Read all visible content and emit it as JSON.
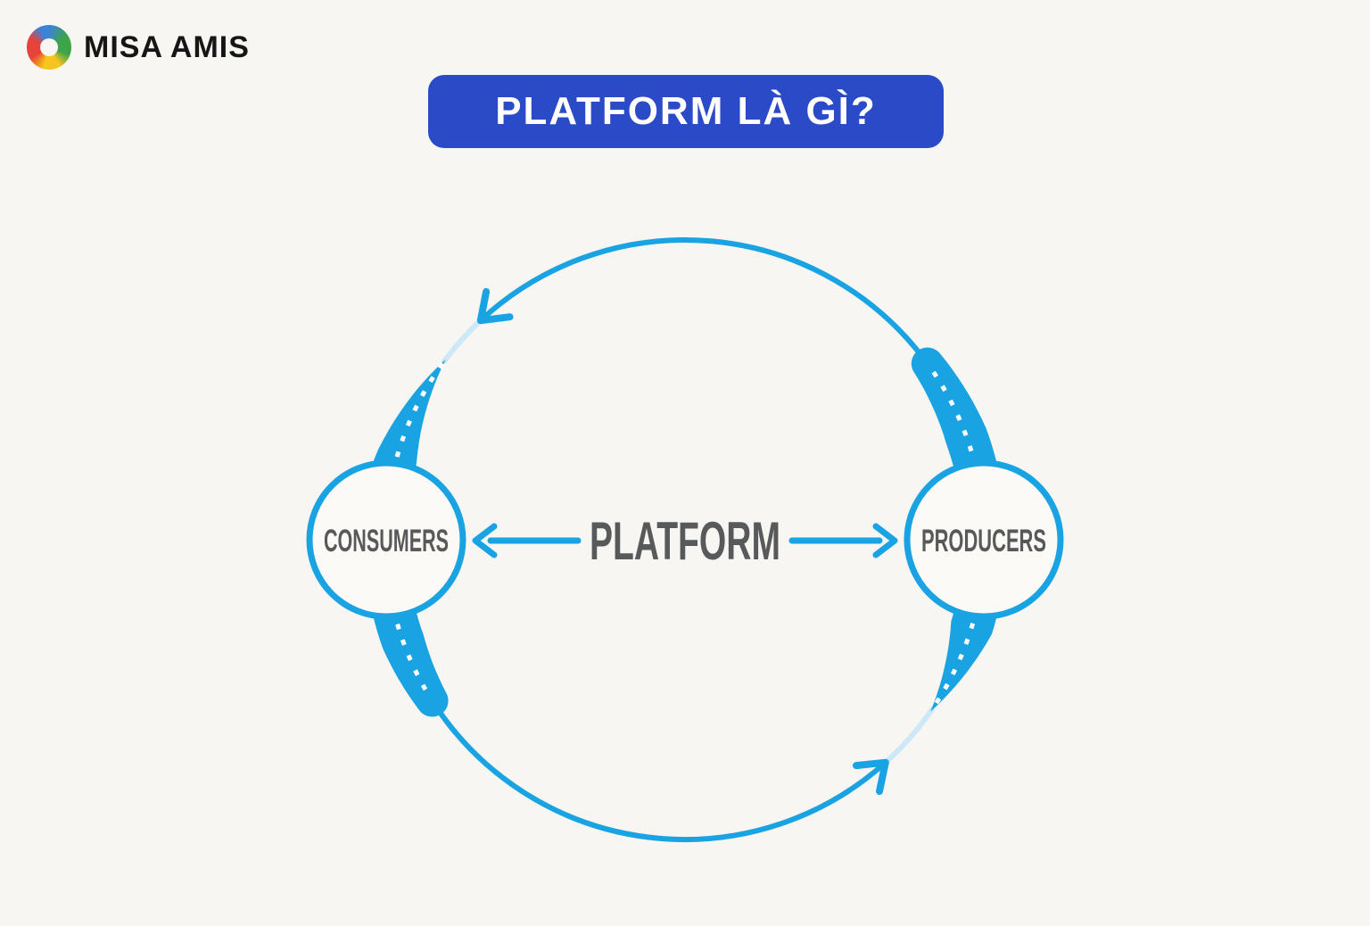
{
  "colors": {
    "background": "#F7F6F3",
    "diagram_blue": "#1AA3E2",
    "light_blue": "#CDE8F7",
    "dash_white": "#FFFFFF",
    "title_bg": "#2B4AC8",
    "title_text": "#FFFFFF",
    "label_text": "#58595B",
    "logo_text": "#161616",
    "node_fill": "#FBFAF7"
  },
  "header": {
    "logo_icon": "misa-amis-swirl-icon",
    "logo_text": "MISA AMIS",
    "title": "PLATFORM LÀ GÌ?"
  },
  "diagram": {
    "center_label": "PLATFORM",
    "left_node": {
      "label": "CONSUMERS"
    },
    "right_node": {
      "label": "PRODUCERS"
    },
    "flow": "circular loop with arrows between platform, consumers and producers"
  }
}
